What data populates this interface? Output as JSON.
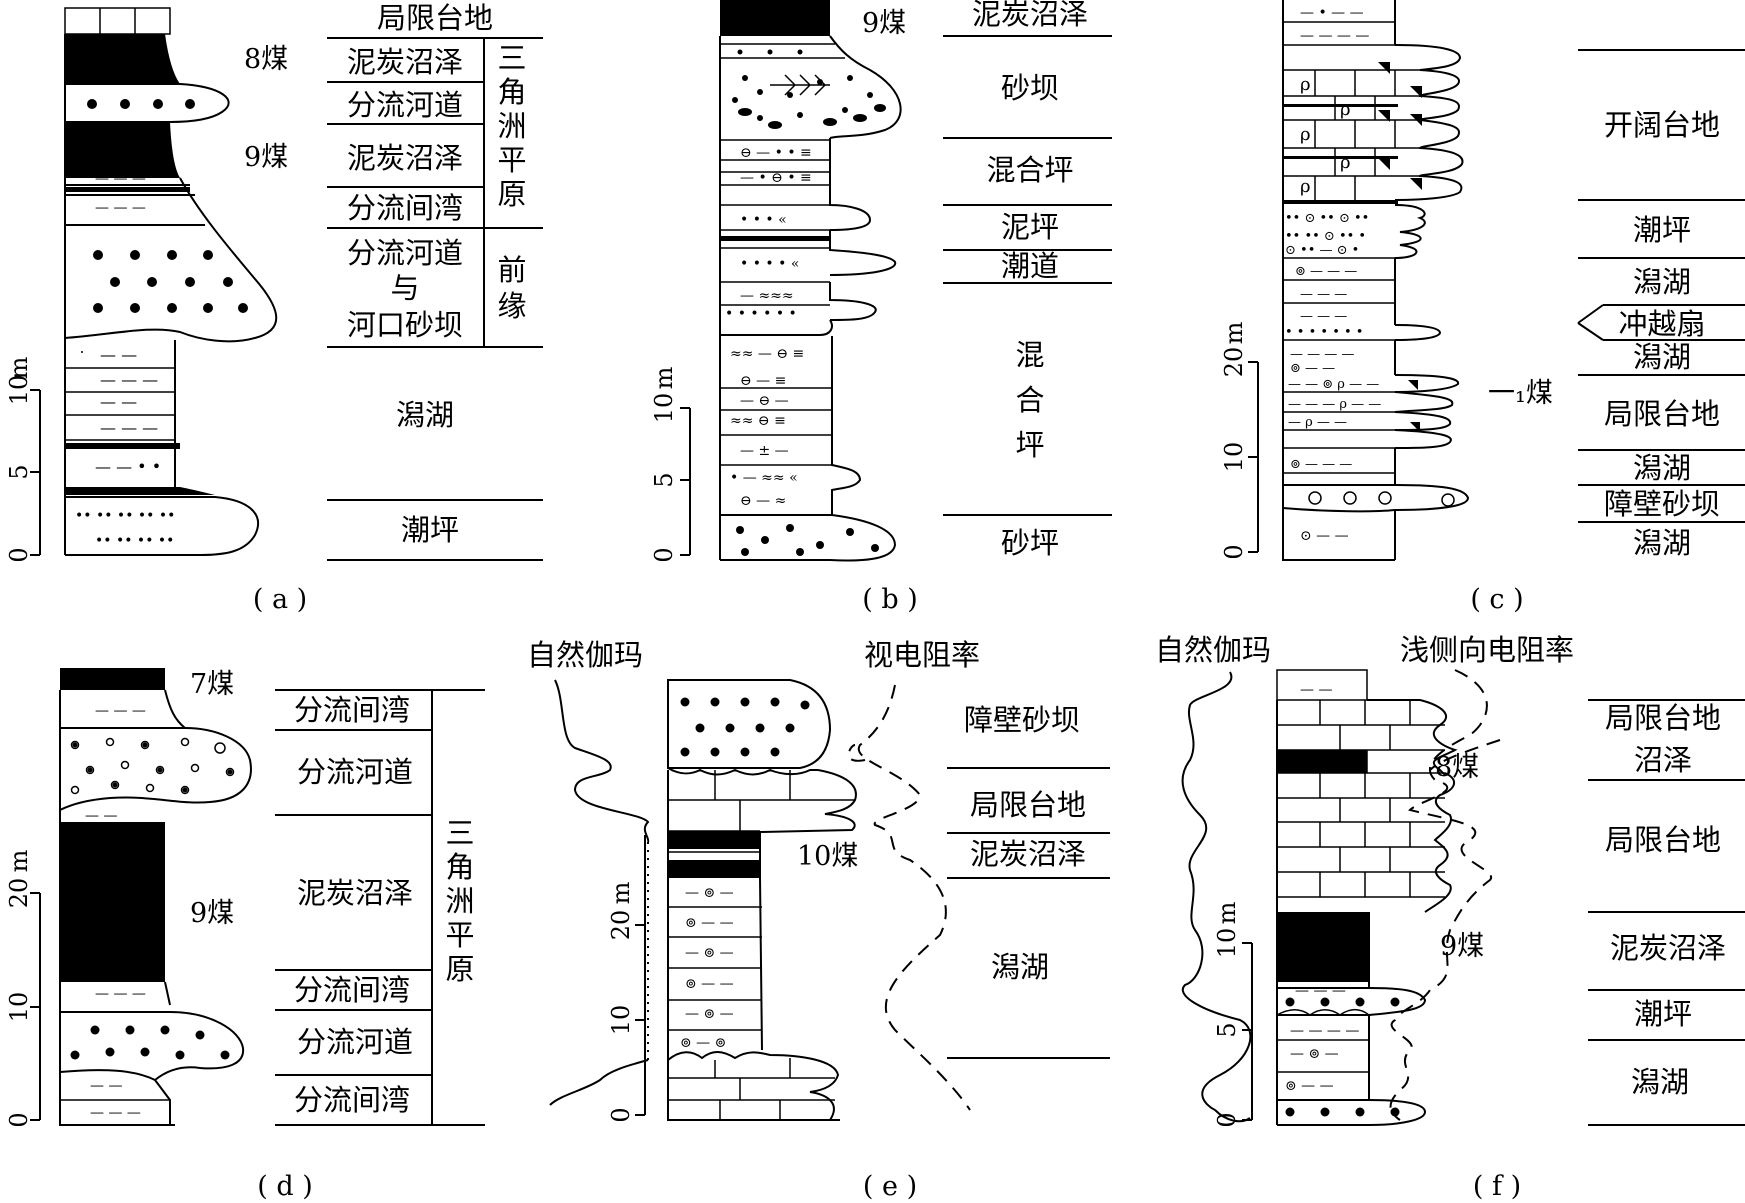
{
  "panels": {
    "a": {
      "caption": "( a )",
      "coal": [
        "8煤",
        "9煤"
      ],
      "facies": [
        "局限台地",
        "泥炭沼泽",
        "分流河道",
        "泥炭沼泽",
        "分流间湾",
        "分流河道",
        "与",
        "河口砂坝",
        "潟湖",
        "潮坪"
      ],
      "groups": [
        "三",
        "角",
        "洲",
        "平",
        "原",
        "前",
        "缘"
      ],
      "axis": {
        "unit": "m",
        "ticks": [
          "0",
          "5",
          "10"
        ]
      }
    },
    "b": {
      "caption": "( b )",
      "coal": [
        "9煤"
      ],
      "facies": [
        "泥炭沼泽",
        "砂坝",
        "混合坪",
        "泥坪",
        "潮道",
        "混",
        "合",
        "坪",
        "砂坪"
      ],
      "axis": {
        "unit": "m",
        "ticks": [
          "0",
          "5",
          "10"
        ]
      }
    },
    "c": {
      "caption": "( c )",
      "coal": [
        "一₁煤"
      ],
      "facies": [
        "开阔台地",
        "潮坪",
        "潟湖",
        "冲越扇",
        "潟湖",
        "局限台地",
        "潟湖",
        "障壁砂坝",
        "潟湖"
      ],
      "axis": {
        "unit": "m",
        "ticks": [
          "0",
          "10",
          "20"
        ]
      }
    },
    "d": {
      "caption": "( d )",
      "coal": [
        "7煤",
        "9煤"
      ],
      "facies": [
        "分流间湾",
        "分流河道",
        "泥炭沼泽",
        "分流间湾",
        "分流河道",
        "分流间湾"
      ],
      "groups": [
        "三",
        "角",
        "洲",
        "平",
        "原"
      ],
      "axis": {
        "unit": "m",
        "ticks": [
          "0",
          "10",
          "20"
        ]
      }
    },
    "e": {
      "caption": "( e )",
      "coal": [
        "10煤"
      ],
      "curves": [
        "自然伽玛",
        "视电阻率"
      ],
      "facies": [
        "障壁砂坝",
        "局限台地",
        "泥炭沼泽",
        "潟湖"
      ],
      "axis": {
        "unit": "m",
        "ticks": [
          "0",
          "10",
          "20"
        ]
      }
    },
    "f": {
      "caption": "( f )",
      "coal": [
        "8煤",
        "9煤"
      ],
      "curves": [
        "自然伽玛",
        "浅侧向电阻率"
      ],
      "facies": [
        "局限台地",
        "沼泽",
        "局限台地",
        "泥炭沼泽",
        "潮坪",
        "潟湖"
      ],
      "axis": {
        "unit": "m",
        "ticks": [
          "0",
          "5",
          "10"
        ]
      }
    }
  }
}
